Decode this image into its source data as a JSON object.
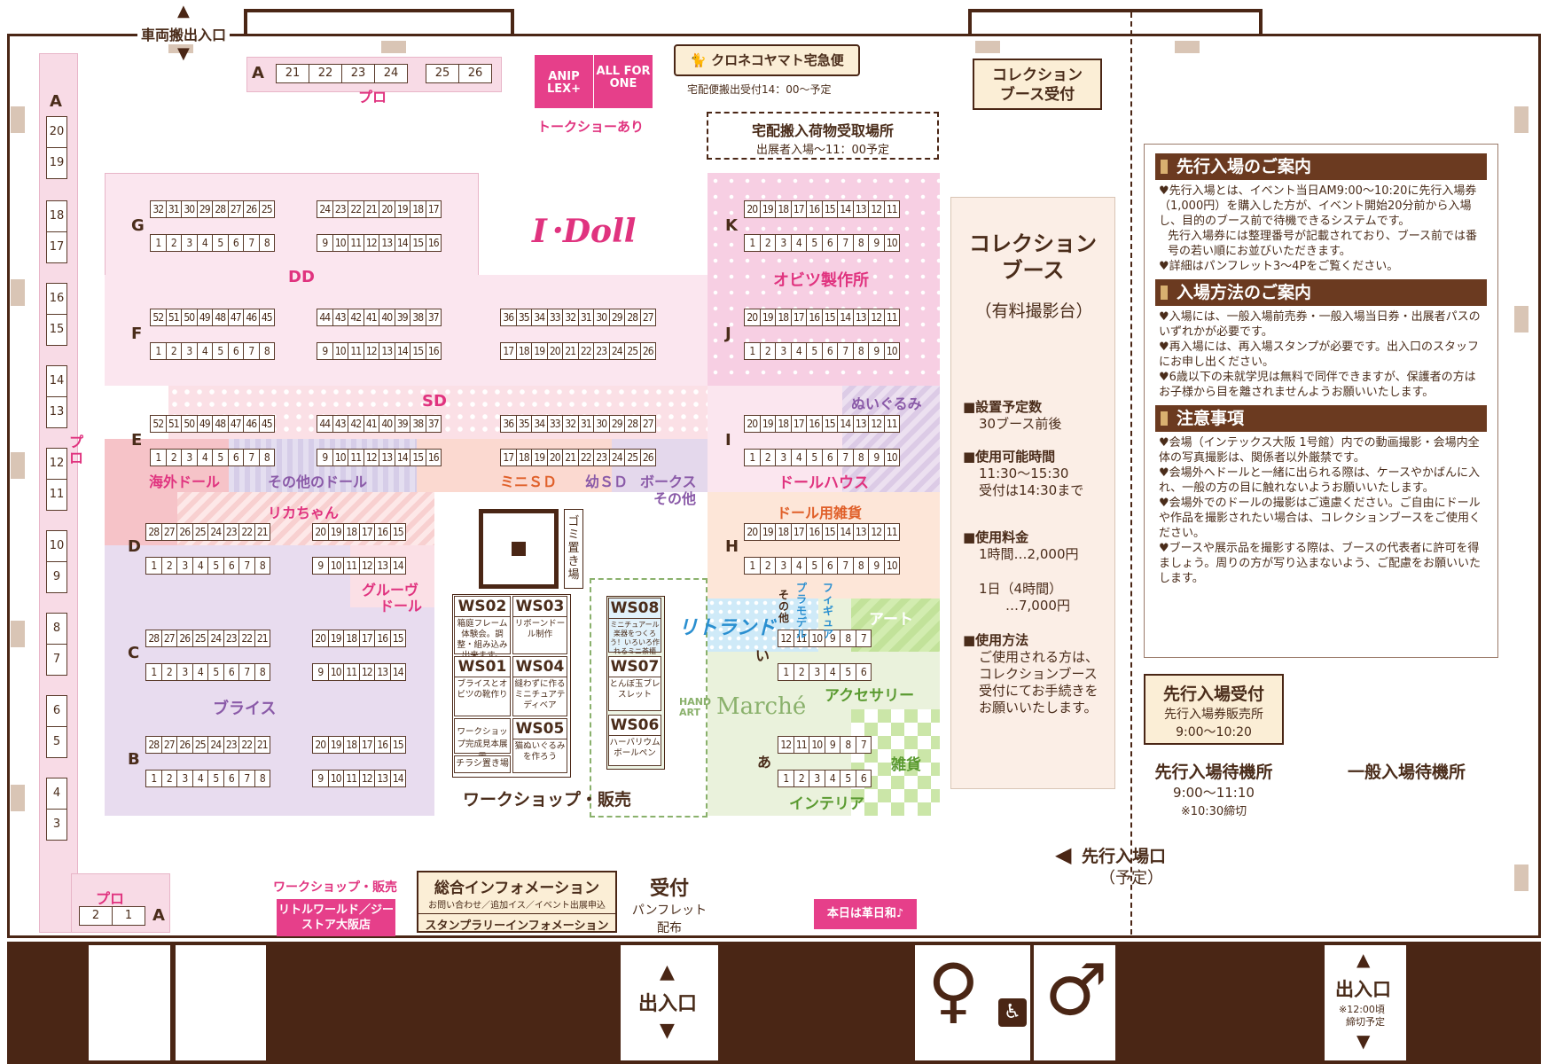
{
  "top": {
    "vehicle_entrance": "車両搬出入口",
    "yamato": "クロネコヤマト宅急便",
    "delivery_time": "宅配便搬出受付14：00～予定",
    "anip": "ANIP LEX+",
    "allforone": "ALL FOR ONE",
    "talkshow": "トークショーあり",
    "receiving_title": "宅配搬入荷物受取場所",
    "receiving_time": "出展者入場～11：00予定",
    "collection_reception": "コレクションブース受付"
  },
  "pro_top": {
    "row": "A",
    "cells": [
      "21",
      "22",
      "23",
      "24",
      "25",
      "26"
    ],
    "label": "プロ"
  },
  "pro_left": {
    "row_top": "A",
    "cells": [
      "20",
      "19",
      "18",
      "17",
      "16",
      "15",
      "14",
      "13",
      "12",
      "11",
      "10",
      "9",
      "8",
      "7",
      "6",
      "5",
      "4",
      "3"
    ],
    "label": "プロ"
  },
  "pro_bottom": {
    "row": "A",
    "cells": [
      "2",
      "1"
    ],
    "label": "プロ"
  },
  "rows": {
    "G": "G",
    "F": "F",
    "E": "E",
    "D": "D",
    "C": "C",
    "B": "B",
    "K": "K",
    "J": "J",
    "I": "I",
    "H": "H",
    "i": "い",
    "a": "あ"
  },
  "blocks": {
    "G_top1": [
      "32",
      "31",
      "30",
      "29",
      "28",
      "27",
      "26",
      "25"
    ],
    "G_top2": [
      "24",
      "23",
      "22",
      "21",
      "20",
      "19",
      "18",
      "17"
    ],
    "G_bot1": [
      "1",
      "2",
      "3",
      "4",
      "5",
      "6",
      "7",
      "8"
    ],
    "G_bot2": [
      "9",
      "10",
      "11",
      "12",
      "13",
      "14",
      "15",
      "16"
    ],
    "F_top1": [
      "52",
      "51",
      "50",
      "49",
      "48",
      "47",
      "46",
      "45"
    ],
    "F_top2": [
      "44",
      "43",
      "42",
      "41",
      "40",
      "39",
      "38",
      "37"
    ],
    "F_top3": [
      "36",
      "35",
      "34",
      "33",
      "32",
      "31",
      "30",
      "29",
      "28",
      "27"
    ],
    "F_bot1": [
      "1",
      "2",
      "3",
      "4",
      "5",
      "6",
      "7",
      "8"
    ],
    "F_bot2": [
      "9",
      "10",
      "11",
      "12",
      "13",
      "14",
      "15",
      "16"
    ],
    "F_bot3": [
      "17",
      "18",
      "19",
      "20",
      "21",
      "22",
      "23",
      "24",
      "25",
      "26"
    ],
    "D_top1": [
      "28",
      "27",
      "26",
      "25",
      "24",
      "23",
      "22",
      "21"
    ],
    "D_top2": [
      "20",
      "19",
      "18",
      "17",
      "16",
      "15"
    ],
    "D_bot1": [
      "1",
      "2",
      "3",
      "4",
      "5",
      "6",
      "7",
      "8"
    ],
    "D_bot2": [
      "9",
      "10",
      "11",
      "12",
      "13",
      "14"
    ],
    "K_top": [
      "20",
      "19",
      "18",
      "17",
      "16",
      "15",
      "14",
      "13",
      "12",
      "11"
    ],
    "K_bot": [
      "1",
      "2",
      "3",
      "4",
      "5",
      "6",
      "7",
      "8",
      "9",
      "10"
    ],
    "i_row": [
      "1",
      "2",
      "3",
      "4",
      "5",
      "6"
    ],
    "i_top": [
      "12",
      "11",
      "10",
      "9",
      "8",
      "7"
    ],
    "a_top": [
      "12",
      "11",
      "10",
      "9",
      "8",
      "7"
    ],
    "a_bot": [
      "1",
      "2",
      "3",
      "4",
      "5",
      "6"
    ]
  },
  "areas": {
    "idoll": "I･Doll",
    "dd": "DD",
    "sd": "SD",
    "kaigai": "海外ドール",
    "sonota_doll": "その他のドール",
    "minisd": "ミニＳＤ",
    "yousd": "幼ＳＤ",
    "box": "ボークス",
    "box2": "その他",
    "rika": "リカちゃん",
    "gruv": "グルーヴ",
    "gruv2": "ドール",
    "blythe": "ブライス",
    "obitsu": "オビツ製作所",
    "nui": "ぬいぐるみ",
    "dollhouse": "ドールハウス",
    "zakka": "ドール用雑貨",
    "art": "アート",
    "accessory": "アクセサリー",
    "zakka2": "雑貨",
    "interior": "インテリア",
    "littland": "リトランド",
    "sonota": "その他",
    "puramodel": "プラモデル",
    "figure": "フィギュア",
    "handart": "HAND ART",
    "marche": "Marché",
    "gomi": "ゴミ置き場",
    "workshop": "ワークショップ・販売"
  },
  "workshops": [
    {
      "name": "WS02",
      "desc": "箱庭フレーム体験会。調整・組み込み出来ます。"
    },
    {
      "name": "WS03",
      "desc": "リボーンドール制作"
    },
    {
      "name": "WS01",
      "desc": "ブライスとオビツの靴作り"
    },
    {
      "name": "WS04",
      "desc": "縫わずに作るミニチュアテディベア"
    },
    {
      "name": "WS05",
      "desc": "猫ぬいぐるみを作ろう"
    },
    {
      "name": "WS08",
      "desc": "ミニチュアール楽器をつくろう！いろいろ作れるミニ茶櫃"
    },
    {
      "name": "WS07",
      "desc": "とんぼ玉ブレスレット"
    },
    {
      "name": "WS06",
      "desc": "ハーバリウムボールペン"
    }
  ],
  "ws_extra": {
    "sample": "ワークショップ完成見本展示",
    "flyer": "チラシ置き場"
  },
  "collection": {
    "title": "コレクションブース",
    "sub": "（有料撮影台）",
    "h1": "■設置予定数",
    "t1": "30ブース前後",
    "h2": "■使用可能時間",
    "t2a": "11:30～15:30",
    "t2b": "受付は14:30まで",
    "h3": "■使用料金",
    "t3a": "1時間…2,000円",
    "t3b": "1日（4時間）",
    "t3c": "…7,000円",
    "h4": "■使用方法",
    "t4": "ご使用される方は、コレクションブース受付にてお手続きをお願いいたします。"
  },
  "info": {
    "h1": "先行入場のご案内",
    "p1a": "♥先行入場とは、イベント当日AM9:00～10:20に先行入場券（1,000円）を購入した方が、イベント開始20分前から入場し、目的のブース前で待機できるシステムです。",
    "p1b": "先行入場券には整理番号が記載されており、ブース前では番号の若い順にお並びいただきます。",
    "p1c": "♥詳細はパンフレット3～4Pをご覧ください。",
    "h2": "入場方法のご案内",
    "p2a": "♥入場には、一般入場前売券・一般入場当日券・出展者パスのいずれかが必要です。",
    "p2b": "♥再入場には、再入場スタンプが必要です。出入口のスタッフにお申し出ください。",
    "p2c": "♥6歳以下の未就学児は無料で同伴できますが、保護者の方はお子様から目を離されませんようお願いいたします。",
    "h3": "注意事項",
    "p3a": "♥会場（インテックス大阪 1号館）内での動画撮影・会場内全体の写真撮影は、関係者以外厳禁です。",
    "p3b": "♥会場外へドールと一緒に出られる際は、ケースやかばんに入れ、一般の方の目に触れないようお願いいたします。",
    "p3c": "♥会場外でのドールの撮影はご遠慮ください。ご自由にドールや作品を撮影されたい場合は、コレクションブースをご使用ください。",
    "p3d": "♥ブースや展示品を撮影する際は、ブースの代表者に許可を得ましょう。周りの方が写り込まないよう、ご配慮をお願いいたします。"
  },
  "early": {
    "title": "先行入場受付",
    "sub": "先行入場券販売所",
    "time": "9:00～10:20",
    "wait_title": "先行入場待機所",
    "wait_time": "9:00～11:10",
    "wait_note": "※10:30締切",
    "general_wait": "一般入場待機所",
    "entrance": "先行入場口",
    "entrance_sub": "（予定）"
  },
  "bottom": {
    "ws_label": "ワークショップ・販売",
    "littleworld": "リトルワールド／ジーストア大阪店",
    "info_title": "総合インフォメーション",
    "info_sub": "お問い合わせ／追加イス／イベント出展申込",
    "stamp": "スタンプラリーインフォメーション",
    "reception": "受付",
    "reception_sub": "パンフレット",
    "reception_sub2": "配布",
    "kakubiwa": "本日は革日和♪",
    "exit": "出入口",
    "exit2": "出入口",
    "exit2_note": "※12:00頃",
    "exit2_note2": "締切予定"
  },
  "colors": {
    "wall": "#4a2615",
    "pink": "#e0337f",
    "lavender": "#e8dcef",
    "lightpink": "#fbe6ef"
  }
}
